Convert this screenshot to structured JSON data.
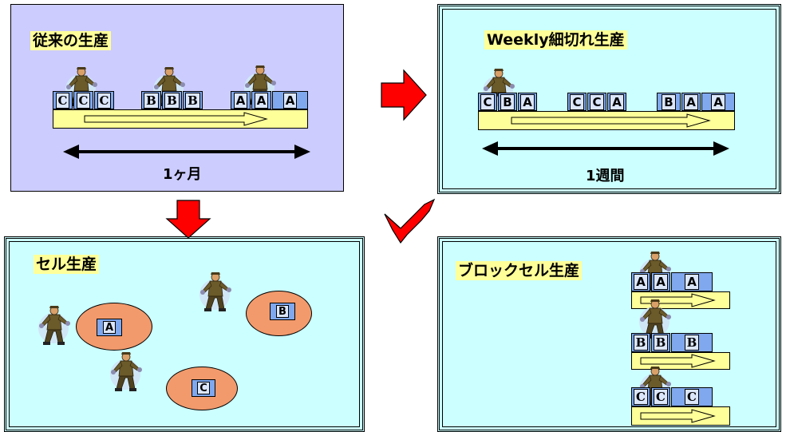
{
  "panels": {
    "traditional": {
      "title": "従来の生産",
      "boxes": [
        "C",
        "C",
        "C",
        "B",
        "B",
        "B",
        "A",
        "A",
        "A"
      ],
      "span_label": "1ヶ月"
    },
    "weekly": {
      "title": "Weekly細切れ生産",
      "boxes": [
        "C",
        "B",
        "A",
        "C",
        "C",
        "A",
        "B",
        "A",
        "A"
      ],
      "span_label": "1週間"
    },
    "cell": {
      "title": "セル生産",
      "cells": [
        "A",
        "B",
        "C"
      ]
    },
    "block_cell": {
      "title": "ブロックセル生産",
      "rows": [
        [
          "A",
          "A",
          "A"
        ],
        [
          "B",
          "B",
          "B"
        ],
        [
          "C",
          "C",
          "C"
        ]
      ]
    }
  },
  "colors": {
    "traditional_bg": "#ccccff",
    "panel_bg": "#ccffff",
    "title_bg": "#ffff99",
    "belt": "#ffff99",
    "box_blue": "#7fa8ee",
    "cell_orange": "#f29a6c",
    "arrow_red": "#ff0000"
  },
  "icons": [
    "worker-icon",
    "conveyor-arrow-icon",
    "double-arrow-icon",
    "transition-arrow-icon"
  ]
}
